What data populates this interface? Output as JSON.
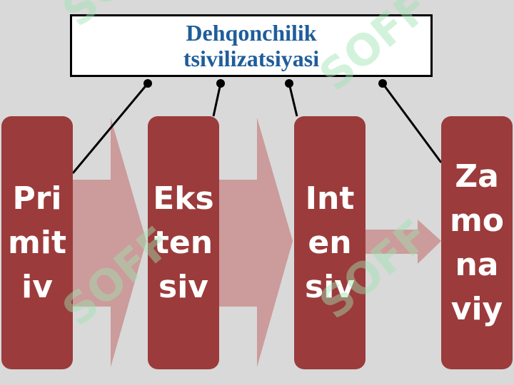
{
  "title": {
    "line1": "Dehqonchilik",
    "line2": "tsivilizatsiyasi"
  },
  "stages": [
    {
      "label": "Pri\nmit\niv"
    },
    {
      "label": "Eks\nten\nsiv"
    },
    {
      "label": "Int\nen\nsiv"
    },
    {
      "label": "Za\nmo\nna\nviy"
    }
  ],
  "watermark": {
    "text": "SOFF"
  },
  "colors": {
    "background": "#d9d9d9",
    "box": "#9c3b3b",
    "arrow": "#c98f8f",
    "title_text": "#1f5d9a",
    "watermark": "#9fe3b0"
  }
}
